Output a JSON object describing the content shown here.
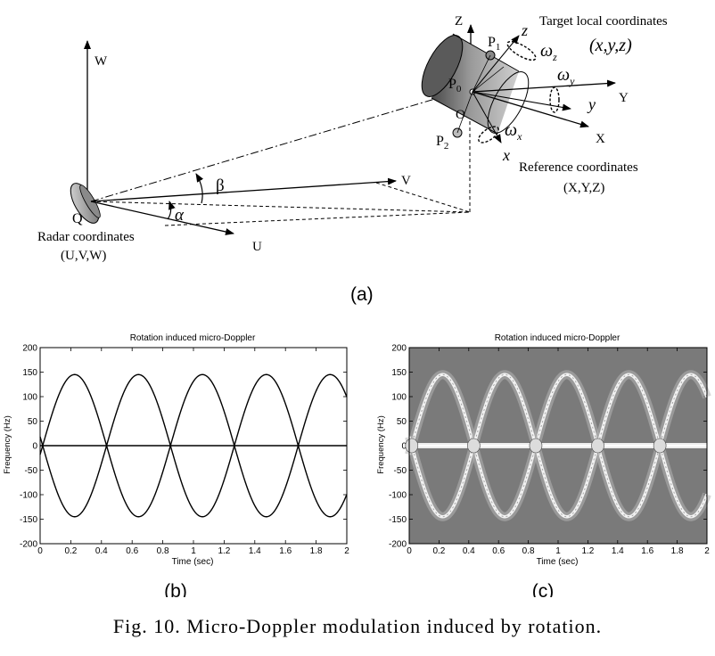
{
  "diagram_a": {
    "panel_label": "(a)",
    "radar_label": "Radar coordinates",
    "radar_axes": "(U,V,W)",
    "radar_origin": "Q",
    "axis_u": "U",
    "axis_v": "V",
    "axis_w": "W",
    "angle_alpha": "α",
    "angle_beta": "β",
    "target_local_label": "Target local coordinates",
    "target_local_axes": "(x,y,z)",
    "reference_label": "Reference coordinates",
    "reference_axes": "(X,Y,Z)",
    "axis_Z": "Z",
    "axis_Y": "Y",
    "axis_X": "X",
    "axis_z": "z",
    "axis_y": "y",
    "axis_x": "x",
    "point_p0": "P",
    "point_p0_sub": "0",
    "point_p1": "P",
    "point_p1_sub": "1",
    "point_p2": "P",
    "point_p2_sub": "2",
    "origin_o": "O",
    "omega_z": "ω",
    "omega_z_sub": "z",
    "omega_y": "ω",
    "omega_y_sub": "y",
    "omega_x": "ω",
    "omega_x_sub": "x"
  },
  "chart_data": [
    {
      "type": "line",
      "panel_label": "(b)",
      "title": "Rotation induced micro-Doppler",
      "xlabel": "Time (sec)",
      "ylabel": "Frequency (Hz)",
      "xlim": [
        0,
        2
      ],
      "ylim": [
        -200,
        200
      ],
      "xticks": [
        "0",
        "0.2",
        "0.4",
        "0.6",
        "0.8",
        "1",
        "1.2",
        "1.4",
        "1.6",
        "1.8",
        "2"
      ],
      "yticks": [
        "200",
        "150",
        "100",
        "50",
        "0",
        "-50",
        "-100",
        "-150",
        "-200"
      ],
      "series": [
        {
          "amplitude": 145,
          "period": 0.8333,
          "phase_zero_at": 0.0167,
          "sign": 1
        },
        {
          "amplitude": 145,
          "period": 0.8333,
          "phase_zero_at": 0.0167,
          "sign": -1
        },
        {
          "constant": 0
        }
      ]
    },
    {
      "type": "heatmap",
      "panel_label": "(c)",
      "title": "Rotation induced micro-Doppler",
      "xlabel": "Time (sec)",
      "ylabel": "Frequency (Hz)",
      "xlim": [
        0,
        2
      ],
      "ylim": [
        -200,
        200
      ],
      "xticks": [
        "0",
        "0.2",
        "0.4",
        "0.6",
        "0.8",
        "1",
        "1.2",
        "1.4",
        "1.6",
        "1.8",
        "2"
      ],
      "yticks": [
        "200",
        "150",
        "100",
        "50",
        "0",
        "-50",
        "-100",
        "-150",
        "-200"
      ],
      "background": "#7a7a7a",
      "trace_color": "#f2f2f2",
      "amplitude": 145,
      "period": 0.8333,
      "phase_zero_at": 0.0167
    }
  ],
  "caption": "Fig. 10.   Micro-Doppler modulation induced by rotation."
}
